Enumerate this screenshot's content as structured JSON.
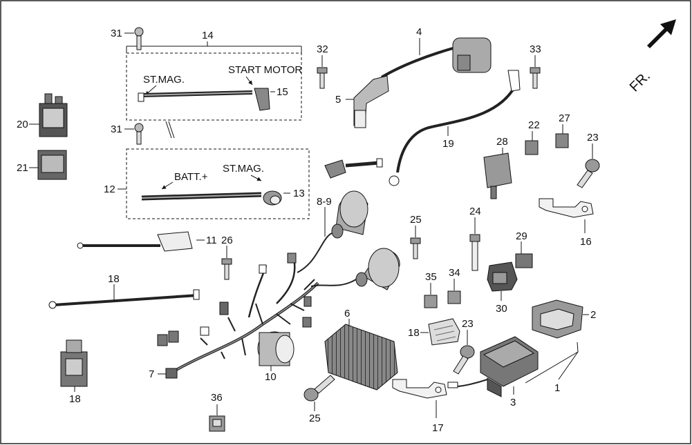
{
  "diagram": {
    "direction_label": "FR.",
    "part_numbers": {
      "p1": "1",
      "p2": "2",
      "p3": "3",
      "p4": "4",
      "p5": "5",
      "p6": "6",
      "p7": "7",
      "p8_9": "8-9",
      "p10": "10",
      "p11": "11",
      "p12": "12",
      "p13": "13",
      "p14": "14",
      "p15": "15",
      "p16": "16",
      "p17": "17",
      "p18a": "18",
      "p18b": "18",
      "p18c": "18",
      "p19": "19",
      "p20": "20",
      "p21": "21",
      "p22": "22",
      "p23a": "23",
      "p23b": "23",
      "p24": "24",
      "p25a": "25",
      "p25b": "25",
      "p26": "26",
      "p27": "27",
      "p28": "28",
      "p29": "29",
      "p30": "30",
      "p31a": "31",
      "p31b": "31",
      "p32": "32",
      "p33": "33",
      "p34": "34",
      "p35": "35",
      "p36": "36"
    },
    "box14": {
      "label_left": "ST.MAG.",
      "label_right": "START MOTOR"
    },
    "box12": {
      "label_left": "BATT.+",
      "label_right": "ST.MAG."
    },
    "colors": {
      "ink": "#111111",
      "paper": "#ffffff"
    },
    "icons": [
      "direction-arrow-icon"
    ]
  }
}
